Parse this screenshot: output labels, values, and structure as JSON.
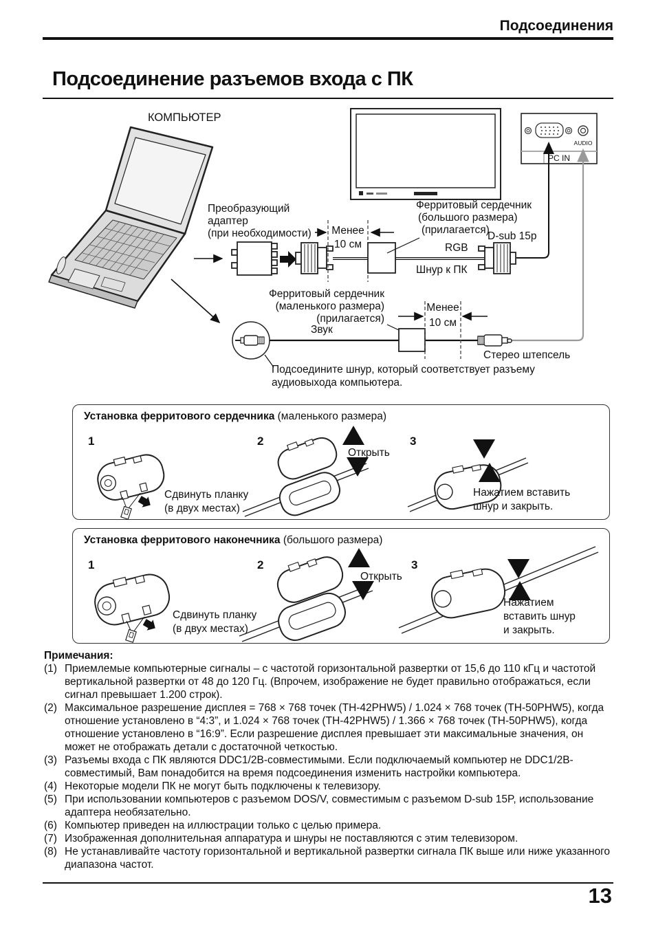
{
  "page": {
    "header": "Подсоединения",
    "title": "Подсоединение разъемов входа с ПК",
    "page_number": "13"
  },
  "diagram": {
    "computer": "КОМПЬЮТЕР",
    "adapter": [
      "Преобразующий",
      "адаптер",
      "(при необходимости)"
    ],
    "less_than_10cm": [
      "Менее",
      "10 см"
    ],
    "ferrite_large": [
      "Ферритовый сердечник",
      "(большого размера)",
      "(прилагается)"
    ],
    "dsub": "D-sub 15p",
    "rgb": "RGB",
    "cord_to_pc": "Шнур к ПК",
    "ferrite_small": [
      "Ферритовый сердечник",
      "(маленького размера)",
      "(прилагается)"
    ],
    "sound": "Звук",
    "stereo_plug": "Стерео штепсель",
    "audio_note": [
      "Подсоедините шнур, который соответствует разъему",
      "аудиовыхода компьютера."
    ],
    "audio": "AUDIO",
    "pc_in": "PC IN"
  },
  "box_small": {
    "title_bold": "Установка ферритового сердечника",
    "title_rest": " (маленького размера)",
    "steps": [
      "1",
      "2",
      "3"
    ],
    "slide": [
      "Сдвинуть планку",
      "(в двух местах)"
    ],
    "open": "Открыть",
    "close": [
      "Нажатием вставить",
      "шнур и закрыть."
    ]
  },
  "box_large": {
    "title_bold": "Установка ферритового наконечника",
    "title_rest": " (большого размера)",
    "steps": [
      "1",
      "2",
      "3"
    ],
    "slide": [
      "Сдвинуть планку",
      "(в двух местах)"
    ],
    "open": "Открыть",
    "close": [
      "Нажатием",
      "вставить шнур",
      "и закрыть."
    ]
  },
  "notes": {
    "heading": "Примечания:",
    "items": [
      {
        "num": "(1)",
        "text": "Приемлемые компьютерные сигналы – с частотой горизонтальной развертки от 15,6 до 110 кГц и частотой вертикальной развертки от 48 до 120 Гц. (Впрочем, изображение не будет правильно отображаться, если сигнал превышает 1.200 строк)."
      },
      {
        "num": "(2)",
        "text": "Максимальное разрешение дисплея = 768 × 768 точек (TH-42PHW5) / 1.024 × 768 точек (TH-50PHW5), когда отношение установлено в “4:3”, и 1.024 × 768 точек (TH-42PHW5) / 1.366 × 768 точек (TH-50PHW5), когда отношение установлено в “16:9”. Если разрешение дисплея превышает эти максимальные значения, он может не отображать детали с достаточной четкостью."
      },
      {
        "num": "(3)",
        "text": "Разъемы входа с ПК являются DDC1/2B-совместимыми. Если подключаемый компьютер не DDC1/2B-совместимый, Вам понадобится на время подсоединения изменить настройки компьютера."
      },
      {
        "num": "(4)",
        "text": "Некоторые модели ПК не могут быть подключены к телевизору."
      },
      {
        "num": "(5)",
        "text": "При использовании компьютеров с разъемом DOS/V, совместимым с разъемом D-sub 15P, использование адаптера необязательно."
      },
      {
        "num": "(6)",
        "text": "Компьютер приведен на иллюстрации только с целью примера."
      },
      {
        "num": "(7)",
        "text": "Изображенная дополнительная аппаратура и шнуры не поставляются с этим телевизором."
      },
      {
        "num": "(8)",
        "text": "Не устанавливайте частоту горизонтальной и вертикальной развертки сигнала ПК выше или ниже указанного диапазона частот."
      }
    ]
  }
}
